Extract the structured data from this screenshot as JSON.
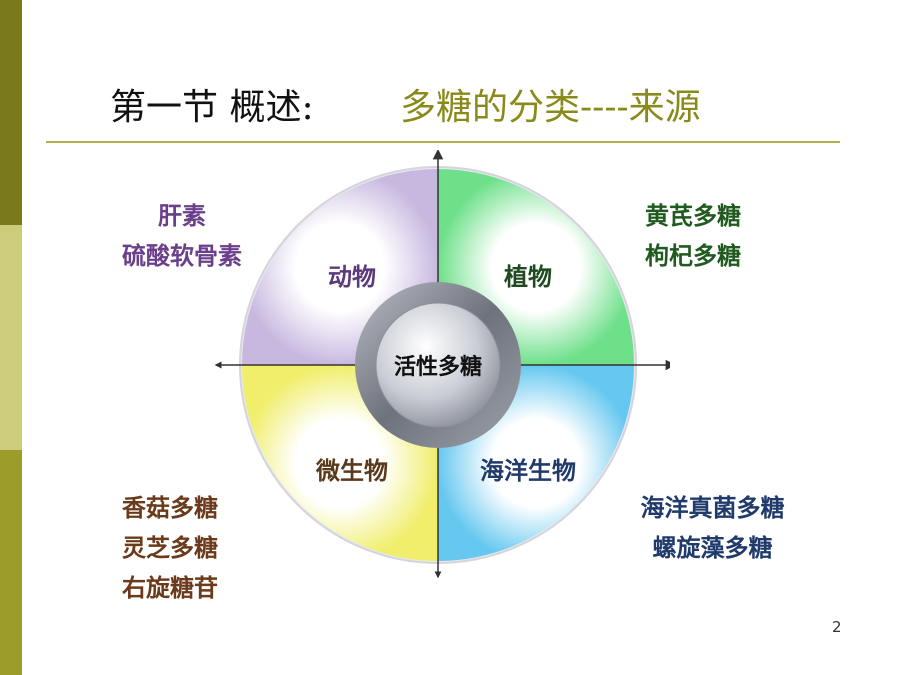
{
  "title": {
    "main": "第一节 概述:",
    "sub": "多糖的分类----来源"
  },
  "diagram": {
    "center": "活性多糖",
    "quadrants": {
      "top_left": "动物",
      "top_right": "植物",
      "bottom_left": "微生物",
      "bottom_right": "海洋生物"
    }
  },
  "examples": {
    "animal": [
      "肝素",
      "硫酸软骨素"
    ],
    "plant": [
      "黄芪多糖",
      "枸杞多糖"
    ],
    "microbe": [
      "香菇多糖",
      "灵芝多糖",
      "右旋糖苷"
    ],
    "marine": [
      "海洋真菌多糖",
      "螺旋藻多糖"
    ]
  },
  "colors": {
    "animal": "#6b3f8a",
    "plant": "#1f5a1f",
    "microbe": "#6b3a1a",
    "marine": "#1f3a6b",
    "title_sub": "#8a8a1a"
  },
  "page_number": "2"
}
